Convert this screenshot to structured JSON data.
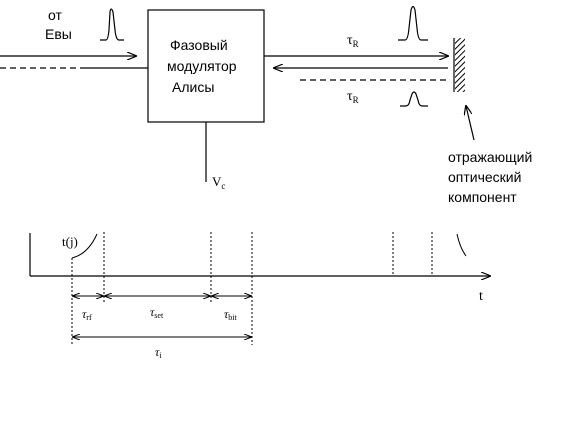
{
  "source": {
    "line1": "от",
    "line2": "Евы"
  },
  "modulator": {
    "line1": "Фазовый",
    "line2": "модулятор",
    "line3": "Алисы"
  },
  "tau_r_symbol": "τ",
  "tau_r_sub": "R",
  "voltage": {
    "symbol": "V",
    "sub": "c"
  },
  "mirror": {
    "line1": "отражающий",
    "line2": "оптический",
    "line3": "компонент"
  },
  "timing": {
    "curve_label": "t(j)",
    "axis_label": "t",
    "tau_symbol": "τ",
    "rf_sub": "rf",
    "set_sub": "set",
    "bit_sub": "bit",
    "i_sub": "i"
  }
}
